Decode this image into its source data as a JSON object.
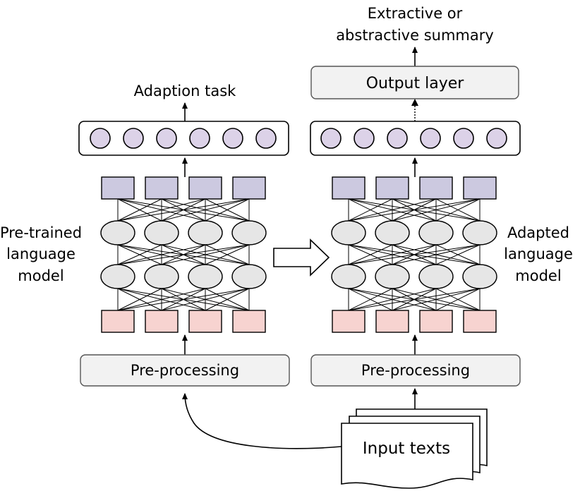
{
  "left_model": {
    "task_label": "Adaption task",
    "side_label": [
      "Pre-trained",
      "language",
      "model"
    ],
    "preprocess_label": "Pre-processing"
  },
  "right_model": {
    "output_label": [
      "Extractive or",
      "abstractive summary"
    ],
    "output_layer_label": "Output layer",
    "side_label": [
      "Adapted",
      "language",
      "model"
    ],
    "preprocess_label": "Pre-processing"
  },
  "input_label": "Input texts",
  "colors": {
    "circle_fill": "#dcd2e8",
    "top_block_fill": "#ccc9e0",
    "bottom_block_fill": "#f7d3d0",
    "ellipse_fill": "#e6e6e6",
    "box_fill": "#f2f2f2"
  }
}
